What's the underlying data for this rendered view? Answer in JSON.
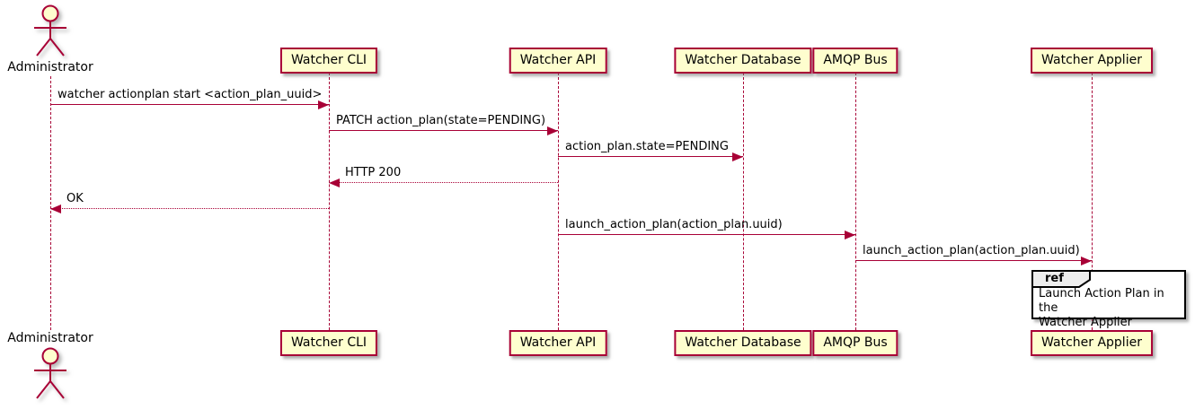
{
  "diagram": {
    "type": "sequence",
    "actor": {
      "name": "Administrator"
    },
    "participants": [
      {
        "name": "Watcher CLI"
      },
      {
        "name": "Watcher API"
      },
      {
        "name": "Watcher Database"
      },
      {
        "name": "AMQP Bus"
      },
      {
        "name": "Watcher Applier"
      }
    ],
    "messages": [
      {
        "text": "watcher actionplan start <action_plan_uuid>",
        "from": "Administrator",
        "to": "Watcher CLI",
        "line": "solid",
        "direction": "right"
      },
      {
        "text": "PATCH action_plan(state=PENDING)",
        "from": "Watcher CLI",
        "to": "Watcher API",
        "line": "solid",
        "direction": "right"
      },
      {
        "text": "action_plan.state=PENDING",
        "from": "Watcher API",
        "to": "Watcher Database",
        "line": "solid",
        "direction": "right"
      },
      {
        "text": "HTTP 200",
        "from": "Watcher API",
        "to": "Watcher CLI",
        "line": "dotted",
        "direction": "left"
      },
      {
        "text": "OK",
        "from": "Watcher CLI",
        "to": "Administrator",
        "line": "dotted",
        "direction": "left"
      },
      {
        "text": "launch_action_plan(action_plan.uuid)",
        "from": "Watcher API",
        "to": "AMQP Bus",
        "line": "solid",
        "direction": "right"
      },
      {
        "text": "launch_action_plan(action_plan.uuid)",
        "from": "AMQP Bus",
        "to": "Watcher Applier",
        "line": "solid",
        "direction": "right"
      }
    ],
    "ref": {
      "label": "ref",
      "text": "Launch Action Plan in the\nWatcher Applier"
    },
    "colors": {
      "participant_fill": "#FEFECE",
      "accent_border": "#A80036",
      "text": "#000000",
      "ref_header_fill": "#EEEEEE",
      "ref_border": "#000000"
    }
  }
}
